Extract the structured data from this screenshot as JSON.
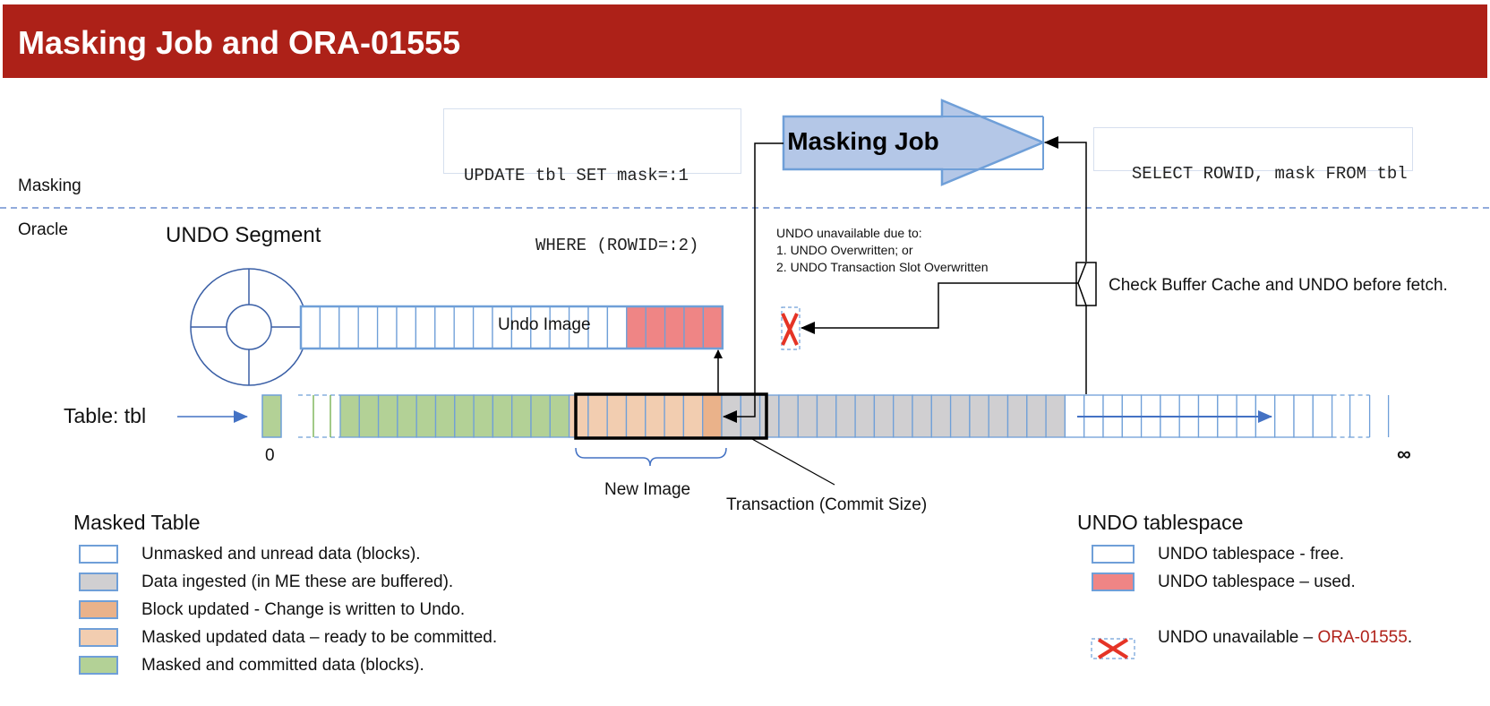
{
  "title": "Masking Job and ORA-01555",
  "lanes": {
    "top": "Masking",
    "bottom": "Oracle"
  },
  "sql": {
    "update_line1": "UPDATE tbl SET mask=:1",
    "update_line2": "WHERE (ROWID=:2)",
    "select": "SELECT ROWID, mask FROM tbl"
  },
  "masking_job_label": "Masking Job",
  "undo_segment": {
    "heading": "UNDO Segment",
    "image_label": "Undo Image",
    "free_slots": 17,
    "used_slots": 5
  },
  "undo_unavailable_note": {
    "heading": "UNDO unavailable due to:",
    "reasons": [
      "1. UNDO Overwritten; or",
      "2. UNDO Transaction Slot Overwritten"
    ]
  },
  "check_note": "Check Buffer Cache and UNDO before fetch.",
  "table": {
    "label": "Table: tbl",
    "start_marker": "0",
    "end_marker": "∞",
    "new_image_label": "New Image",
    "transaction_label": "Transaction (Commit Size)",
    "blocks": {
      "committed": 12,
      "masked_updated": 7,
      "block_updated": 1,
      "ingested": 18,
      "unmasked": 14
    }
  },
  "colors": {
    "title_bar": "#ad2118",
    "masked_committed": "#b3d196",
    "masked_updated": "#f2cdb0",
    "block_updated": "#eab28a",
    "ingested": "#d0cfd1",
    "unmasked": "#ffffff",
    "undo_used": "#ef8585",
    "block_border": "#6f9fd8",
    "masking_job_fill": "#b4c7e7",
    "error_red": "#e53426",
    "ora_text": "#b0221a"
  },
  "legend_masked_table": {
    "title": "Masked Table",
    "items": [
      {
        "label": "Unmasked and unread data (blocks).",
        "color": "#ffffff"
      },
      {
        "label": "Data ingested (in ME these are buffered).",
        "color": "#d0cfd1"
      },
      {
        "label": "Block updated - Change is written to Undo.",
        "color": "#eab28a"
      },
      {
        "label": "Masked updated data – ready to be committed.",
        "color": "#f2cdb0"
      },
      {
        "label": "Masked and committed data (blocks).",
        "color": "#b3d196"
      }
    ]
  },
  "legend_undo": {
    "title": "UNDO tablespace",
    "free_label": "UNDO tablespace - free.",
    "used_label": "UNDO tablespace – used.",
    "unavailable_prefix": "UNDO unavailable – ",
    "unavailable_code": "ORA-01555",
    "unavailable_suffix": "."
  }
}
